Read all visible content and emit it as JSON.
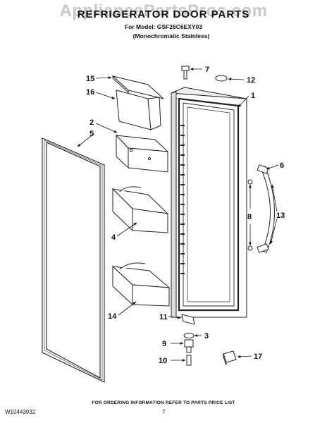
{
  "header": {
    "watermark": "AppliancePartsPros.com",
    "title": "REFRIGERATOR DOOR PARTS",
    "model_line": "For Model: GSF26C6EXY03",
    "variant_line": "(Monochromatic Stainless)"
  },
  "callouts": {
    "c1": "1",
    "c2": "2",
    "c3": "3",
    "c4": "4",
    "c5": "5",
    "c6": "6",
    "c7": "7",
    "c8": "8",
    "c9": "9",
    "c10": "10",
    "c11": "11",
    "c12": "12",
    "c13": "13",
    "c14": "14",
    "c15": "15",
    "c16": "16",
    "c17": "17"
  },
  "footer": {
    "order_info": "FOR ORDERING INFORMATION REFER TO PARTS PRICE LIST",
    "doc_number": "W10443932",
    "page_number": "7"
  }
}
